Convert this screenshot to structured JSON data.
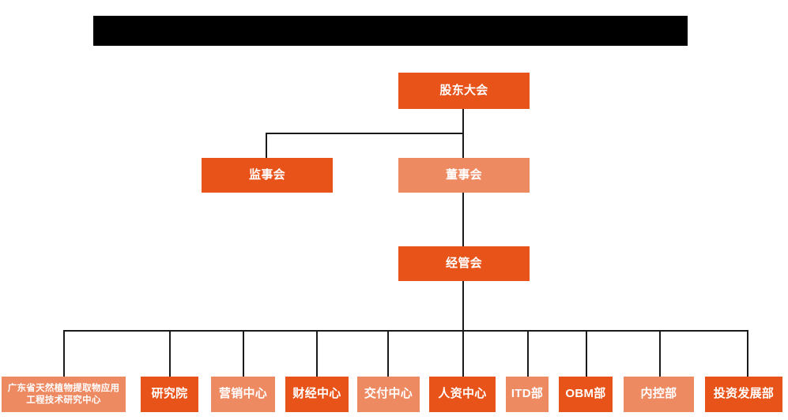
{
  "document": {
    "type": "organization-chart",
    "redacted_title_bar": true,
    "background_color": "#FFFFFF"
  },
  "colors": {
    "node_dark": "#E8531A",
    "node_light": "#EE8A62",
    "connector": "#1A1A1A",
    "title_bar": "#000000",
    "node_text": "#FFFFFF"
  },
  "nodes": {
    "shareholders_meeting": {
      "label": "股东大会",
      "shade": "dark"
    },
    "board_of_supervisors": {
      "label": "监事会",
      "shade": "dark"
    },
    "board_of_directors": {
      "label": "董事会",
      "shade": "light"
    },
    "management_committee": {
      "label": "经管会",
      "shade": "dark"
    }
  },
  "departments": [
    {
      "label": "广东省天然植物提取物应用工程技术研究中心",
      "shade": "light",
      "multiline": true
    },
    {
      "label": "研究院",
      "shade": "dark",
      "multiline": false
    },
    {
      "label": "营销中心",
      "shade": "light",
      "multiline": false
    },
    {
      "label": "财经中心",
      "shade": "dark",
      "multiline": false
    },
    {
      "label": "交付中心",
      "shade": "light",
      "multiline": false
    },
    {
      "label": "人资中心",
      "shade": "dark",
      "multiline": false
    },
    {
      "label": "ITD部",
      "shade": "light",
      "multiline": false
    },
    {
      "label": "OBM部",
      "shade": "dark",
      "multiline": false
    },
    {
      "label": "内控部",
      "shade": "light",
      "multiline": false
    },
    {
      "label": "投资发展部",
      "shade": "dark",
      "multiline": false
    }
  ]
}
